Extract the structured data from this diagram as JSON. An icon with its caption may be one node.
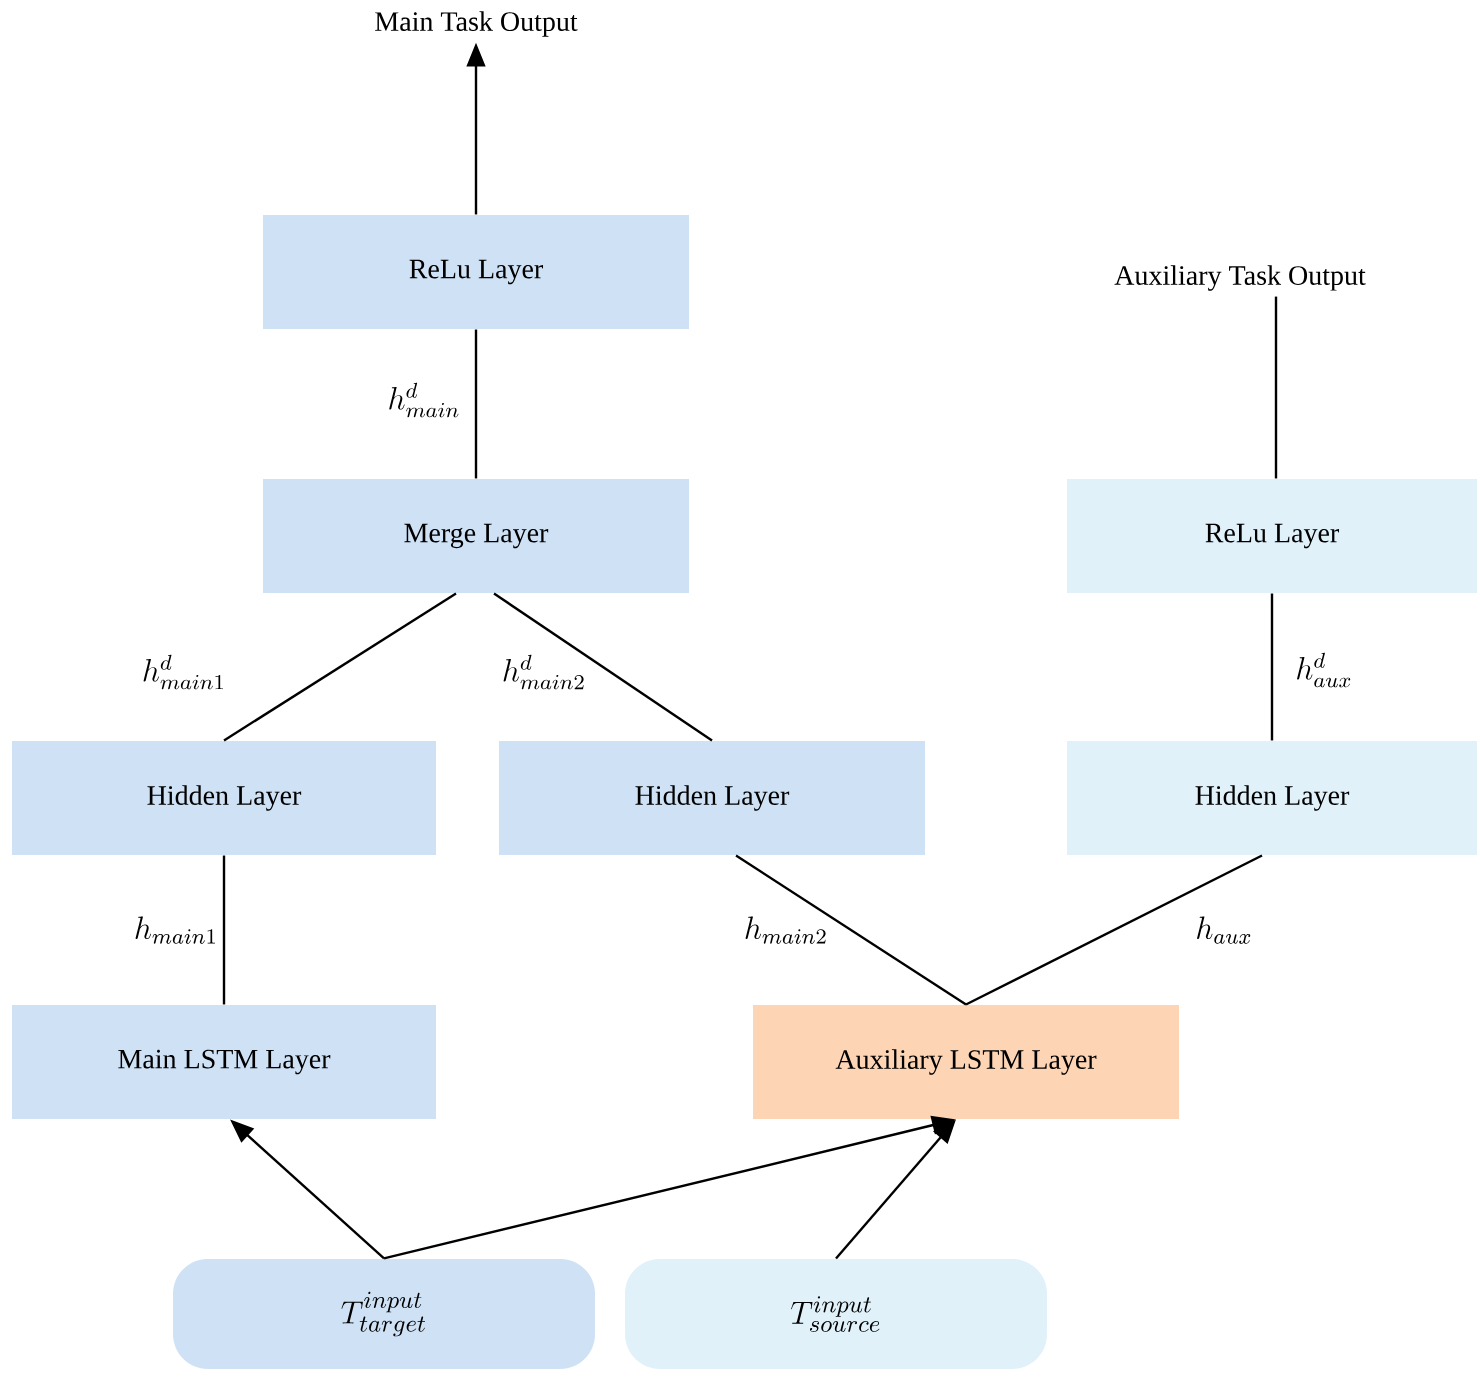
{
  "diagram": {
    "nodes": [
      {
        "text": [
          "Main Task Output"
        ]
      },
      {
        "text": [
          "ReLu Layer"
        ]
      },
      {
        "text": [
          "Merge Layer"
        ]
      },
      {
        "text": [
          "Hidden Layer"
        ]
      },
      {
        "text": [
          "Hidden Layer"
        ]
      },
      {
        "text": [
          "Auxiliary Task Output"
        ]
      },
      {
        "text": [
          "ReLu Layer"
        ]
      },
      {
        "text": [
          "Hidden Layer"
        ]
      },
      {
        "text": [
          "Main LSTM Layer"
        ]
      },
      {
        "text": [
          "Auxiliary LSTM Layer"
        ]
      },
      {
        "text": [
          "T^{input}_{target}"
        ]
      },
      {
        "text": [
          "T^{input}_{source}"
        ]
      }
    ],
    "edges": [
      {
        "from": 1,
        "to": 0,
        "arrow": "to"
      },
      {
        "from": 2,
        "to": 1,
        "arrow": "none",
        "label": "h^{d}_{main}"
      },
      {
        "from": 3,
        "to": 2,
        "arrow": "none",
        "label": "h^{d}_{main1}"
      },
      {
        "from": 4,
        "to": 2,
        "arrow": "none",
        "label": "h^{d}_{main2}"
      },
      {
        "from": 6,
        "to": 5,
        "arrow": "none"
      },
      {
        "from": 7,
        "to": 6,
        "arrow": "none",
        "label": "h^{d}_{aux}"
      },
      {
        "from": 8,
        "to": 3,
        "arrow": "none",
        "label": "h_{main1}"
      },
      {
        "from": 9,
        "to": 4,
        "arrow": "none",
        "label": "h_{main2}"
      },
      {
        "from": 9,
        "to": 7,
        "arrow": "none",
        "label": "h_{aux}"
      },
      {
        "from": 10,
        "to": 8,
        "arrow": "to"
      },
      {
        "from": 10,
        "to": 9,
        "arrow": "to"
      },
      {
        "from": 11,
        "to": 9,
        "arrow": "to"
      }
    ]
  }
}
